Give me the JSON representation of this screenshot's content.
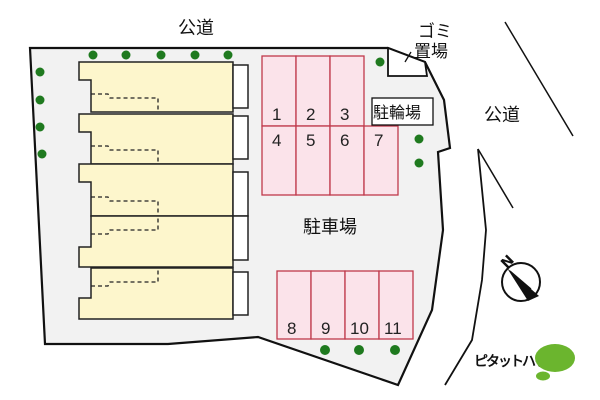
{
  "labels": {
    "road_top": "公道",
    "road_right": "公道",
    "garbage_area_line1": "ゴミ",
    "garbage_area_line2": "置場",
    "bicycle_parking": "駐輪場",
    "parking_lot": "駐車場",
    "compass_north": "N",
    "brand_name": "ピタットハウス"
  },
  "parking_spaces": {
    "top_row": [
      "1",
      "2",
      "3"
    ],
    "middle_row": [
      "4",
      "5",
      "6",
      "7"
    ],
    "bottom_row": [
      "8",
      "9",
      "10",
      "11"
    ]
  },
  "colors": {
    "site_fill": "#f2f2f2",
    "building_fill": "#fdf6cc",
    "parking_fill": "#fbe3ea",
    "parking_stroke": "#c0394b",
    "tree_green": "#1f7a1f",
    "brand_green": "#6bb52e",
    "outline": "#111111"
  }
}
